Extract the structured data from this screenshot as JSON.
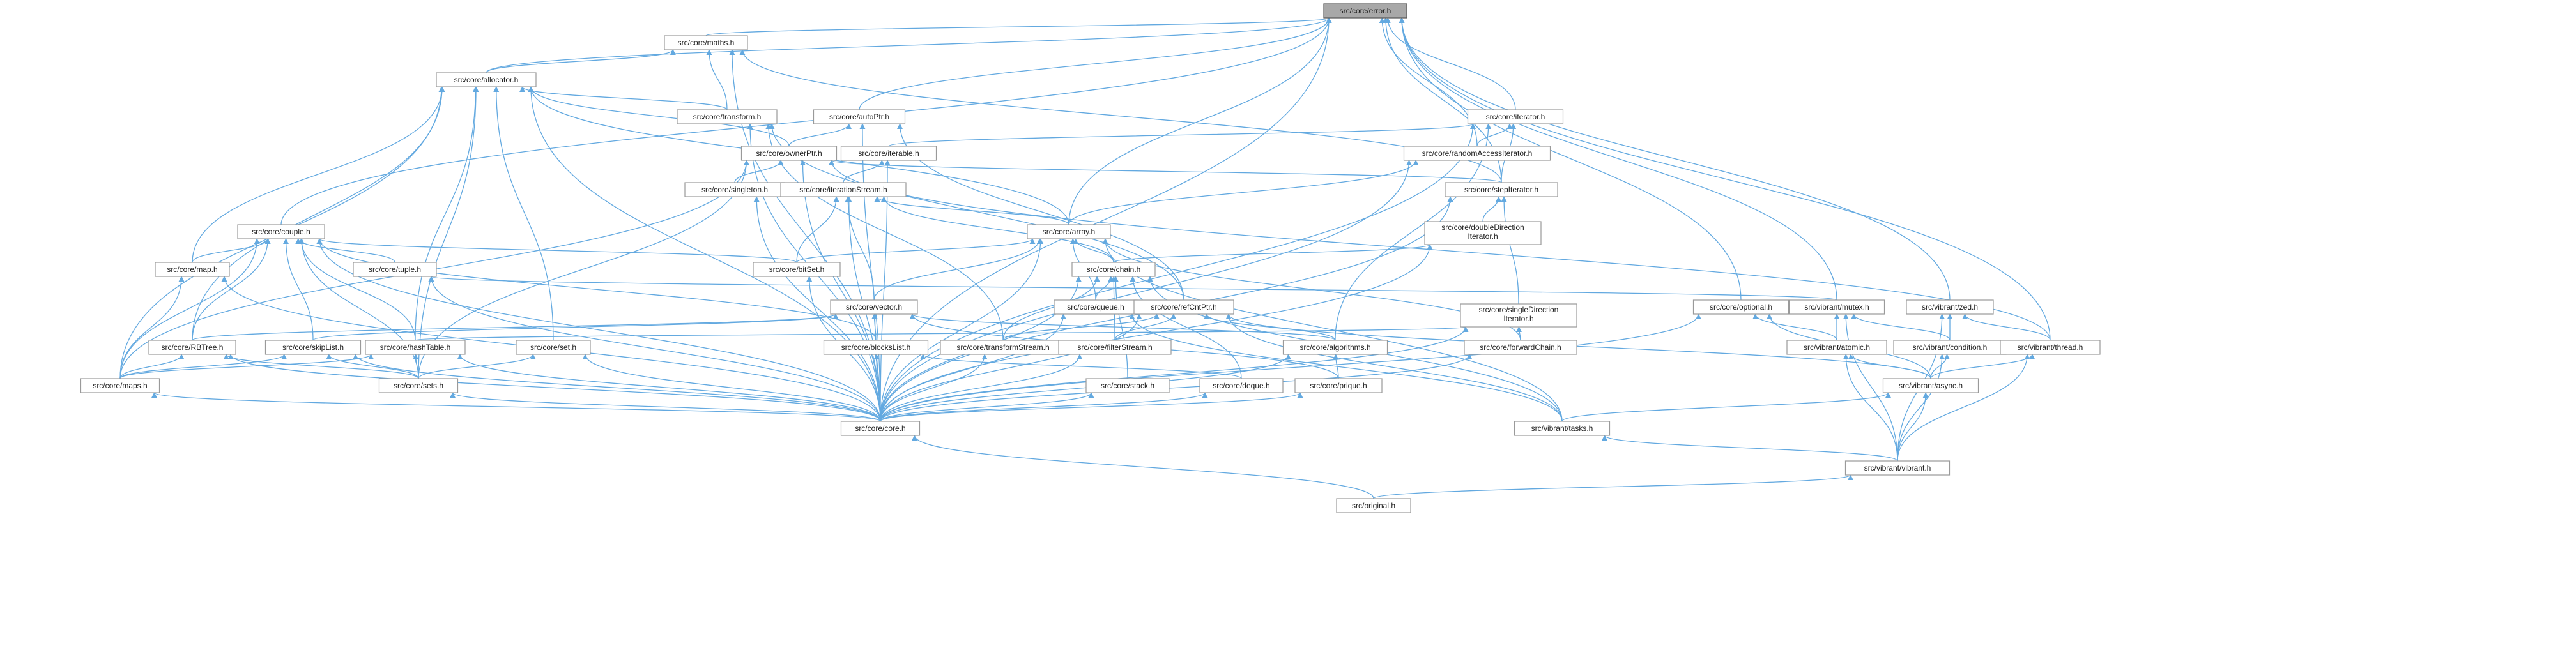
{
  "graph": {
    "colors": {
      "edge": "#63a9e0",
      "node_border": "#9a9a9a",
      "root_fill": "#a8a8a8",
      "background": "#ffffff"
    },
    "root": "src/core/error.h",
    "nodes": [
      {
        "id": "error",
        "label": "src/core/error.h",
        "root": true
      },
      {
        "id": "maths",
        "label": "src/core/maths.h"
      },
      {
        "id": "allocator",
        "label": "src/core/allocator.h"
      },
      {
        "id": "transform",
        "label": "src/core/transform.h"
      },
      {
        "id": "autoPtr",
        "label": "src/core/autoPtr.h"
      },
      {
        "id": "ownerPtr",
        "label": "src/core/ownerPtr.h"
      },
      {
        "id": "iterable",
        "label": "src/core/iterable.h"
      },
      {
        "id": "singleton",
        "label": "src/core/singleton.h"
      },
      {
        "id": "iterationStream",
        "label": "src/core/iterationStream.h"
      },
      {
        "id": "iterator",
        "label": "src/core/iterator.h"
      },
      {
        "id": "randomAccessIterator",
        "label": "src/core/randomAccessIterator.h"
      },
      {
        "id": "stepIterator",
        "label": "src/core/stepIterator.h"
      },
      {
        "id": "doubleDirectionIterator",
        "label": "src/core/doubleDirection\nIterator.h"
      },
      {
        "id": "singleDirectionIterator",
        "label": "src/core/singleDirection\nIterator.h"
      },
      {
        "id": "couple",
        "label": "src/core/couple.h"
      },
      {
        "id": "array",
        "label": "src/core/array.h"
      },
      {
        "id": "map",
        "label": "src/core/map.h"
      },
      {
        "id": "tuple",
        "label": "src/core/tuple.h"
      },
      {
        "id": "bitSet",
        "label": "src/core/bitSet.h"
      },
      {
        "id": "chain",
        "label": "src/core/chain.h"
      },
      {
        "id": "vector",
        "label": "src/core/vector.h"
      },
      {
        "id": "queue",
        "label": "src/core/queue.h"
      },
      {
        "id": "refCntPtr",
        "label": "src/core/refCntPtr.h"
      },
      {
        "id": "RBTree",
        "label": "src/core/RBTree.h"
      },
      {
        "id": "skipList",
        "label": "src/core/skipList.h"
      },
      {
        "id": "hashTable",
        "label": "src/core/hashTable.h"
      },
      {
        "id": "set",
        "label": "src/core/set.h"
      },
      {
        "id": "blocksList",
        "label": "src/core/blocksList.h"
      },
      {
        "id": "transformStream",
        "label": "src/core/transformStream.h"
      },
      {
        "id": "filterStream",
        "label": "src/core/filterStream.h"
      },
      {
        "id": "algorithms",
        "label": "src/core/algorithms.h"
      },
      {
        "id": "forwardChain",
        "label": "src/core/forwardChain.h"
      },
      {
        "id": "maps",
        "label": "src/core/maps.h"
      },
      {
        "id": "sets",
        "label": "src/core/sets.h"
      },
      {
        "id": "stack",
        "label": "src/core/stack.h"
      },
      {
        "id": "deque",
        "label": "src/core/deque.h"
      },
      {
        "id": "prique",
        "label": "src/core/prique.h"
      },
      {
        "id": "coreh",
        "label": "src/core/core.h"
      },
      {
        "id": "optional",
        "label": "src/core/optional.h"
      },
      {
        "id": "mutex",
        "label": "src/vibrant/mutex.h"
      },
      {
        "id": "zed",
        "label": "src/vibrant/zed.h"
      },
      {
        "id": "atomic",
        "label": "src/vibrant/atomic.h"
      },
      {
        "id": "condition",
        "label": "src/vibrant/condition.h"
      },
      {
        "id": "thread",
        "label": "src/vibrant/thread.h"
      },
      {
        "id": "async",
        "label": "src/vibrant/async.h"
      },
      {
        "id": "tasks",
        "label": "src/vibrant/tasks.h"
      },
      {
        "id": "vibrant",
        "label": "src/vibrant/vibrant.h"
      },
      {
        "id": "original",
        "label": "src/original.h"
      }
    ],
    "edges": [
      [
        "maths",
        "error"
      ],
      [
        "allocator",
        "error"
      ],
      [
        "autoPtr",
        "error"
      ],
      [
        "iterator",
        "error"
      ],
      [
        "randomAccessIterator",
        "error"
      ],
      [
        "stepIterator",
        "error"
      ],
      [
        "couple",
        "error"
      ],
      [
        "array",
        "error"
      ],
      [
        "coreh",
        "error"
      ],
      [
        "optional",
        "error"
      ],
      [
        "mutex",
        "error"
      ],
      [
        "zed",
        "error"
      ],
      [
        "thread",
        "error"
      ],
      [
        "allocator",
        "maths"
      ],
      [
        "transform",
        "maths"
      ],
      [
        "coreh",
        "maths"
      ],
      [
        "stepIterator",
        "maths"
      ],
      [
        "transform",
        "allocator"
      ],
      [
        "array",
        "allocator"
      ],
      [
        "map",
        "allocator"
      ],
      [
        "RBTree",
        "allocator"
      ],
      [
        "hashTable",
        "allocator"
      ],
      [
        "set",
        "allocator"
      ],
      [
        "sets",
        "allocator"
      ],
      [
        "maps",
        "allocator"
      ],
      [
        "coreh",
        "allocator"
      ],
      [
        "ownerPtr",
        "allocator"
      ],
      [
        "coreh",
        "transform"
      ],
      [
        "transformStream",
        "transform"
      ],
      [
        "refCntPtr",
        "transform"
      ],
      [
        "ownerPtr",
        "autoPtr"
      ],
      [
        "coreh",
        "autoPtr"
      ],
      [
        "refCntPtr",
        "autoPtr"
      ],
      [
        "singleton",
        "ownerPtr"
      ],
      [
        "coreh",
        "ownerPtr"
      ],
      [
        "sets",
        "ownerPtr"
      ],
      [
        "maps",
        "ownerPtr"
      ],
      [
        "thread",
        "ownerPtr"
      ],
      [
        "stepIterator",
        "ownerPtr"
      ],
      [
        "iterationStream",
        "iterable"
      ],
      [
        "coreh",
        "iterable"
      ],
      [
        "coreh",
        "singleton"
      ],
      [
        "array",
        "iterationStream"
      ],
      [
        "vector",
        "iterationStream"
      ],
      [
        "bitSet",
        "iterationStream"
      ],
      [
        "chain",
        "iterationStream"
      ],
      [
        "coreh",
        "iterationStream"
      ],
      [
        "randomAccessIterator",
        "iterator"
      ],
      [
        "stepIterator",
        "iterator"
      ],
      [
        "iterable",
        "iterator"
      ],
      [
        "coreh",
        "iterator"
      ],
      [
        "algorithms",
        "iterator"
      ],
      [
        "array",
        "randomAccessIterator"
      ],
      [
        "coreh",
        "randomAccessIterator"
      ],
      [
        "doubleDirectionIterator",
        "stepIterator"
      ],
      [
        "singleDirectionIterator",
        "stepIterator"
      ],
      [
        "coreh",
        "stepIterator"
      ],
      [
        "chain",
        "doubleDirectionIterator"
      ],
      [
        "coreh",
        "doubleDirectionIterator"
      ],
      [
        "forwardChain",
        "singleDirectionIterator"
      ],
      [
        "coreh",
        "singleDirectionIterator"
      ],
      [
        "hashTable",
        "singleDirectionIterator"
      ],
      [
        "map",
        "couple"
      ],
      [
        "tuple",
        "couple"
      ],
      [
        "bitSet",
        "couple"
      ],
      [
        "RBTree",
        "couple"
      ],
      [
        "skipList",
        "couple"
      ],
      [
        "hashTable",
        "couple"
      ],
      [
        "maps",
        "couple"
      ],
      [
        "sets",
        "couple"
      ],
      [
        "coreh",
        "couple"
      ],
      [
        "blocksList",
        "couple"
      ],
      [
        "bitSet",
        "array"
      ],
      [
        "chain",
        "array"
      ],
      [
        "vector",
        "array"
      ],
      [
        "queue",
        "array"
      ],
      [
        "forwardChain",
        "array"
      ],
      [
        "coreh",
        "array"
      ],
      [
        "tasks",
        "array"
      ],
      [
        "maps",
        "map"
      ],
      [
        "coreh",
        "map"
      ],
      [
        "coreh",
        "tuple"
      ],
      [
        "mutex",
        "tuple"
      ],
      [
        "coreh",
        "bitSet"
      ],
      [
        "queue",
        "chain"
      ],
      [
        "transformStream",
        "chain"
      ],
      [
        "filterStream",
        "chain"
      ],
      [
        "stack",
        "chain"
      ],
      [
        "deque",
        "chain"
      ],
      [
        "coreh",
        "chain"
      ],
      [
        "tasks",
        "chain"
      ],
      [
        "RBTree",
        "vector"
      ],
      [
        "skipList",
        "vector"
      ],
      [
        "blocksList",
        "vector"
      ],
      [
        "coreh",
        "vector"
      ],
      [
        "algorithms",
        "vector"
      ],
      [
        "prique",
        "vector"
      ],
      [
        "coreh",
        "queue"
      ],
      [
        "tasks",
        "queue"
      ],
      [
        "transformStream",
        "refCntPtr"
      ],
      [
        "filterStream",
        "refCntPtr"
      ],
      [
        "algorithms",
        "refCntPtr"
      ],
      [
        "async",
        "refCntPtr"
      ],
      [
        "coreh",
        "refCntPtr"
      ],
      [
        "tasks",
        "refCntPtr"
      ],
      [
        "maps",
        "RBTree"
      ],
      [
        "sets",
        "RBTree"
      ],
      [
        "coreh",
        "RBTree"
      ],
      [
        "maps",
        "skipList"
      ],
      [
        "sets",
        "skipList"
      ],
      [
        "coreh",
        "skipList"
      ],
      [
        "maps",
        "hashTable"
      ],
      [
        "sets",
        "hashTable"
      ],
      [
        "coreh",
        "hashTable"
      ],
      [
        "sets",
        "set"
      ],
      [
        "coreh",
        "set"
      ],
      [
        "coreh",
        "blocksList"
      ],
      [
        "deque",
        "blocksList"
      ],
      [
        "coreh",
        "transformStream"
      ],
      [
        "coreh",
        "filterStream"
      ],
      [
        "prique",
        "algorithms"
      ],
      [
        "coreh",
        "algorithms"
      ],
      [
        "coreh",
        "forwardChain"
      ],
      [
        "coreh",
        "maps"
      ],
      [
        "coreh",
        "sets"
      ],
      [
        "coreh",
        "stack"
      ],
      [
        "coreh",
        "deque"
      ],
      [
        "coreh",
        "prique"
      ],
      [
        "original",
        "coreh"
      ],
      [
        "atomic",
        "optional"
      ],
      [
        "async",
        "optional"
      ],
      [
        "coreh",
        "optional"
      ],
      [
        "atomic",
        "mutex"
      ],
      [
        "vibrant",
        "mutex"
      ],
      [
        "condition",
        "mutex"
      ],
      [
        "condition",
        "zed"
      ],
      [
        "thread",
        "zed"
      ],
      [
        "vibrant",
        "zed"
      ],
      [
        "async",
        "atomic"
      ],
      [
        "vibrant",
        "atomic"
      ],
      [
        "async",
        "condition"
      ],
      [
        "vibrant",
        "condition"
      ],
      [
        "async",
        "thread"
      ],
      [
        "vibrant",
        "thread"
      ],
      [
        "tasks",
        "async"
      ],
      [
        "vibrant",
        "async"
      ],
      [
        "vibrant",
        "tasks"
      ],
      [
        "original",
        "vibrant"
      ]
    ]
  }
}
